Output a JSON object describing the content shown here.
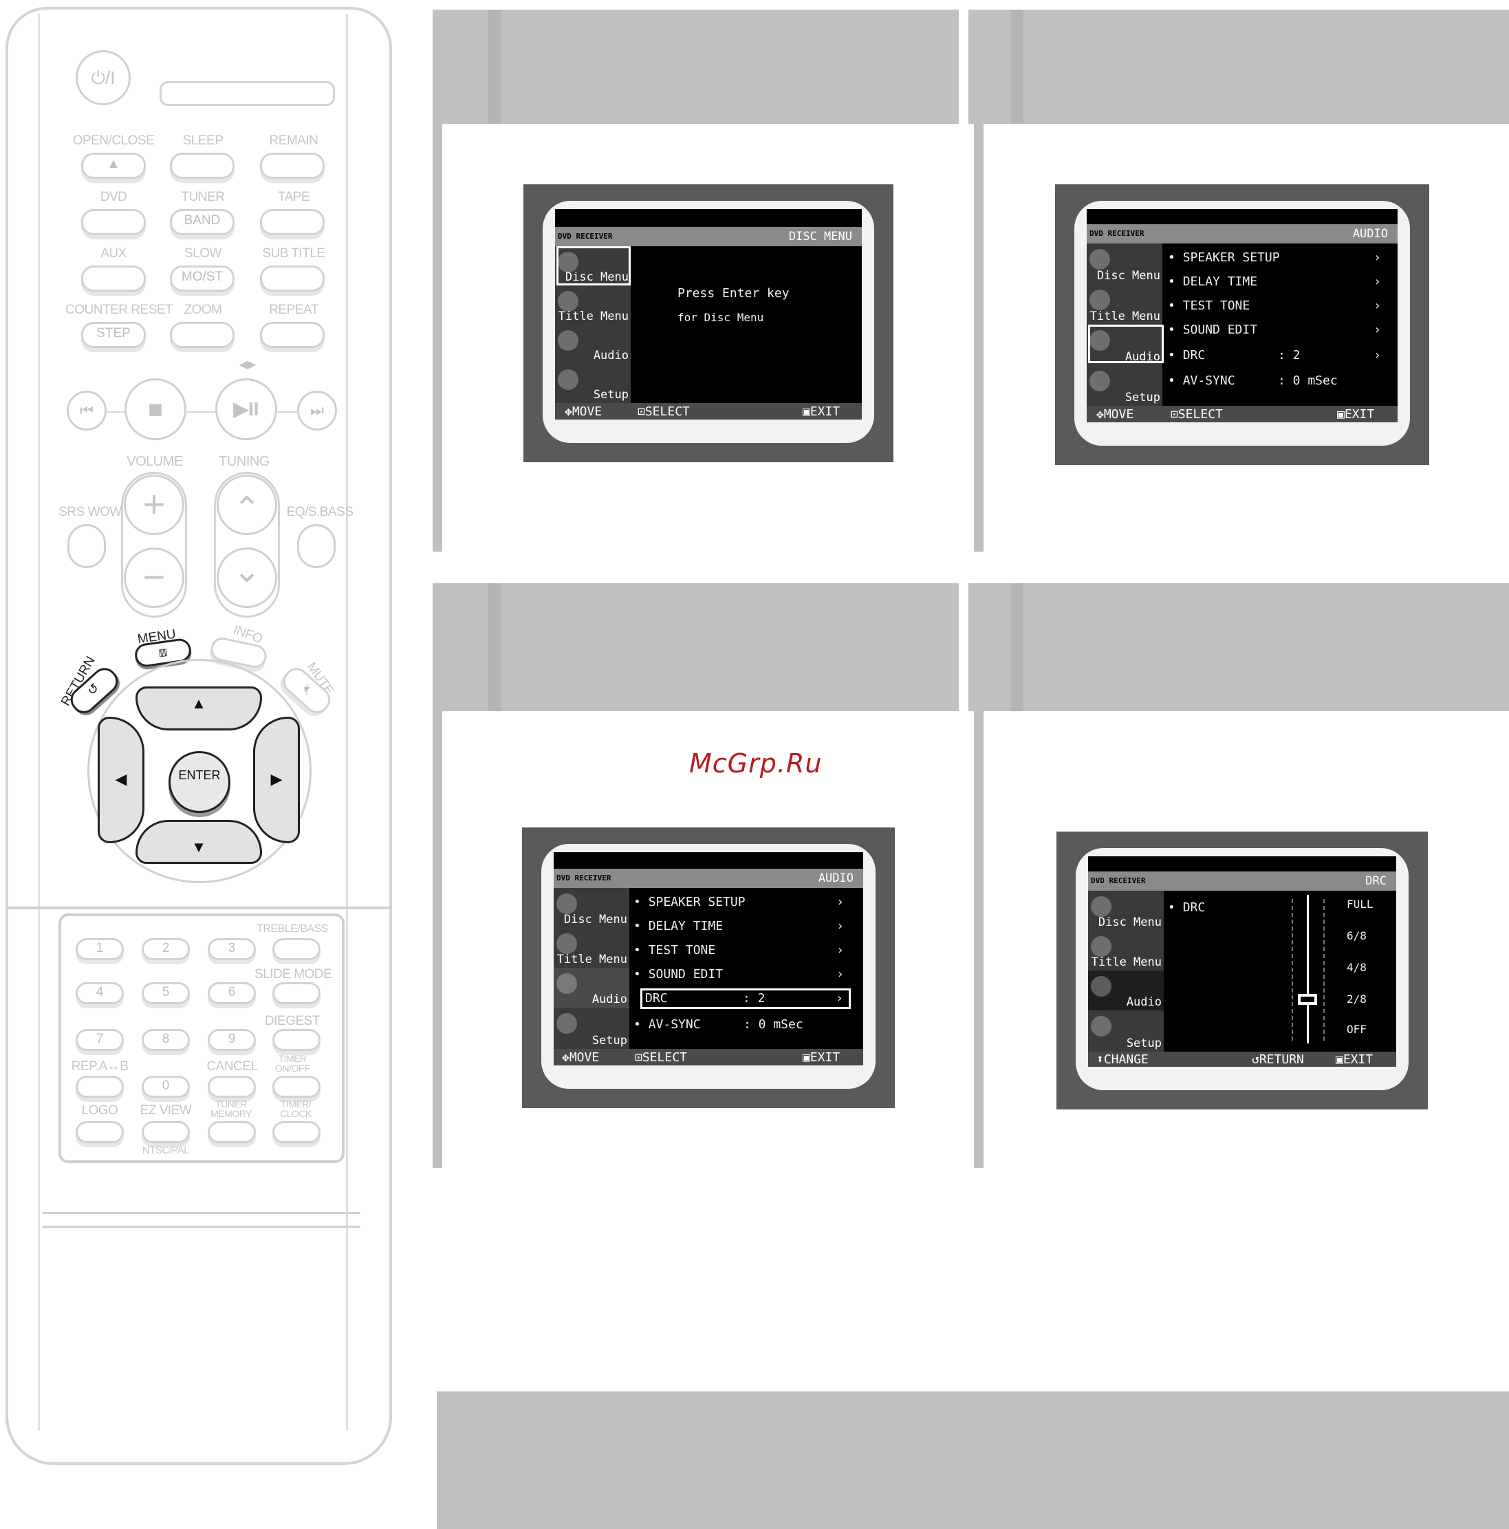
{
  "remote": {
    "row1": {
      "labels": [
        "OPEN/CLOSE",
        "SLEEP",
        "REMAIN"
      ],
      "open_glyph": "▲"
    },
    "row2": {
      "labels": [
        "DVD",
        "TUNER",
        "TAPE"
      ],
      "button_text": [
        "",
        "BAND",
        ""
      ]
    },
    "row3": {
      "labels": [
        "AUX",
        "SLOW",
        "SUB TITLE"
      ],
      "button_text": [
        "",
        "MO/ST",
        ""
      ]
    },
    "row4": {
      "labels": [
        "COUNTER RESET",
        "ZOOM",
        "REPEAT"
      ],
      "button_text": [
        "STEP",
        "",
        ""
      ]
    },
    "power_glyph": "⏻/I",
    "transport": {
      "prev": "⏮",
      "stop": "■",
      "play_pause": "▶II",
      "next": "⏭",
      "step_arrows": "◀▶"
    },
    "volume_label": "VOLUME",
    "tuning_label": "TUNING",
    "srs_label": "SRS WOW",
    "eq_label": "EQ/S.BASS",
    "vol_plus": "+",
    "vol_minus": "−",
    "tune_up": "⌃",
    "tune_down": "⌄",
    "menu_label": "MENU",
    "info_label": "INFO",
    "return_label": "RETURN",
    "mute_label": "MUTE",
    "enter_label": "ENTER",
    "arrows": {
      "up": "▲",
      "down": "▼",
      "left": "◀",
      "right": "▶"
    },
    "numpad": {
      "side_labels": [
        "TREBLE/BASS",
        "SLIDE MODE",
        "DIEGEST"
      ],
      "digits": [
        "1",
        "2",
        "3",
        "4",
        "5",
        "6",
        "7",
        "8",
        "9",
        "0"
      ],
      "timer_onoff": "TIMER ON/OFF",
      "rep_ab": "REP.A↔B",
      "cancel": "CANCEL",
      "logo": "LOGO",
      "ez_view": "EZ VIEW",
      "tuner_memory": "TUNER MEMORY",
      "timer_clock": "TIMER/ CLOCK",
      "ntsc_pal": "NTSC/PAL"
    }
  },
  "watermark": "McGrp.Ru",
  "screens": [
    {
      "brand": "DVD RECEIVER",
      "title": "DISC MENU",
      "nav": [
        "Disc Menu",
        "Title Menu",
        "Audio",
        "Setup"
      ],
      "message": [
        "Press Enter key",
        "for Disc Menu"
      ],
      "footer": {
        "move": "MOVE",
        "select": "SELECT",
        "exit": "EXIT"
      }
    },
    {
      "brand": "DVD RECEIVER",
      "title": "AUDIO",
      "nav": [
        "Disc Menu",
        "Title Menu",
        "Audio",
        "Setup"
      ],
      "items": [
        {
          "label": "SPEAKER SETUP",
          "value": "",
          "arrow": "›"
        },
        {
          "label": "DELAY TIME",
          "value": "",
          "arrow": "›"
        },
        {
          "label": "TEST TONE",
          "value": "",
          "arrow": "›"
        },
        {
          "label": "SOUND EDIT",
          "value": "",
          "arrow": "›"
        },
        {
          "label": "DRC",
          "value": ": 2",
          "arrow": "›"
        },
        {
          "label": "AV-SYNC",
          "value": ": 0 mSec",
          "arrow": ""
        }
      ],
      "footer": {
        "move": "MOVE",
        "select": "SELECT",
        "exit": "EXIT"
      }
    },
    {
      "brand": "DVD RECEIVER",
      "title": "AUDIO",
      "nav": [
        "Disc Menu",
        "Title Menu",
        "Audio",
        "Setup"
      ],
      "items": [
        {
          "label": "SPEAKER SETUP",
          "value": "",
          "arrow": "›"
        },
        {
          "label": "DELAY TIME",
          "value": "",
          "arrow": "›"
        },
        {
          "label": "TEST TONE",
          "value": "",
          "arrow": "›"
        },
        {
          "label": "SOUND EDIT",
          "value": "",
          "arrow": "›"
        },
        {
          "label": "DRC",
          "value": ": 2",
          "arrow": "›"
        },
        {
          "label": "AV-SYNC",
          "value": ": 0 mSec",
          "arrow": ""
        }
      ],
      "footer": {
        "move": "MOVE",
        "select": "SELECT",
        "exit": "EXIT"
      }
    },
    {
      "brand": "DVD RECEIVER",
      "title": "DRC",
      "nav": [
        "Disc Menu",
        "Title Menu",
        "Audio",
        "Setup"
      ],
      "drc_label": "DRC",
      "levels": [
        "FULL",
        "6/8",
        "4/8",
        "2/8",
        "OFF"
      ],
      "selected_level": "2/8",
      "footer": {
        "change": "CHANGE",
        "return": "RETURN",
        "exit": "EXIT"
      }
    }
  ]
}
